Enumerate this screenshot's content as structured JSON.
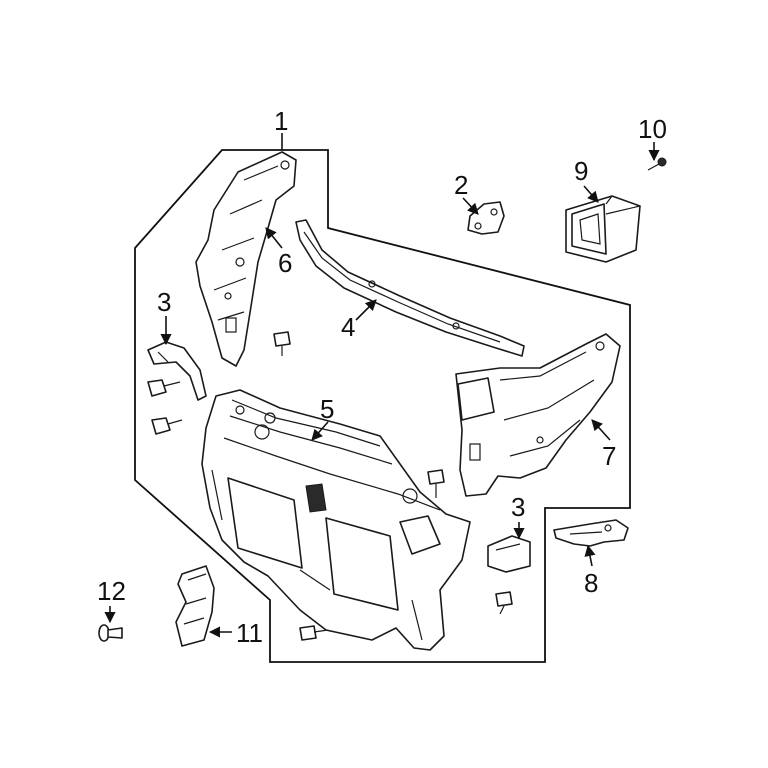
{
  "diagram": {
    "callouts": [
      {
        "key": "c1",
        "text": "1"
      },
      {
        "key": "c2",
        "text": "2"
      },
      {
        "key": "c3a",
        "text": "3"
      },
      {
        "key": "c3b",
        "text": "3"
      },
      {
        "key": "c4",
        "text": "4"
      },
      {
        "key": "c5",
        "text": "5"
      },
      {
        "key": "c6",
        "text": "6"
      },
      {
        "key": "c7",
        "text": "7"
      },
      {
        "key": "c8",
        "text": "8"
      },
      {
        "key": "c9",
        "text": "9"
      },
      {
        "key": "c10",
        "text": "10"
      },
      {
        "key": "c11",
        "text": "11"
      },
      {
        "key": "c12",
        "text": "12"
      }
    ],
    "line_color": "#1a1a1a",
    "background": "#ffffff"
  }
}
